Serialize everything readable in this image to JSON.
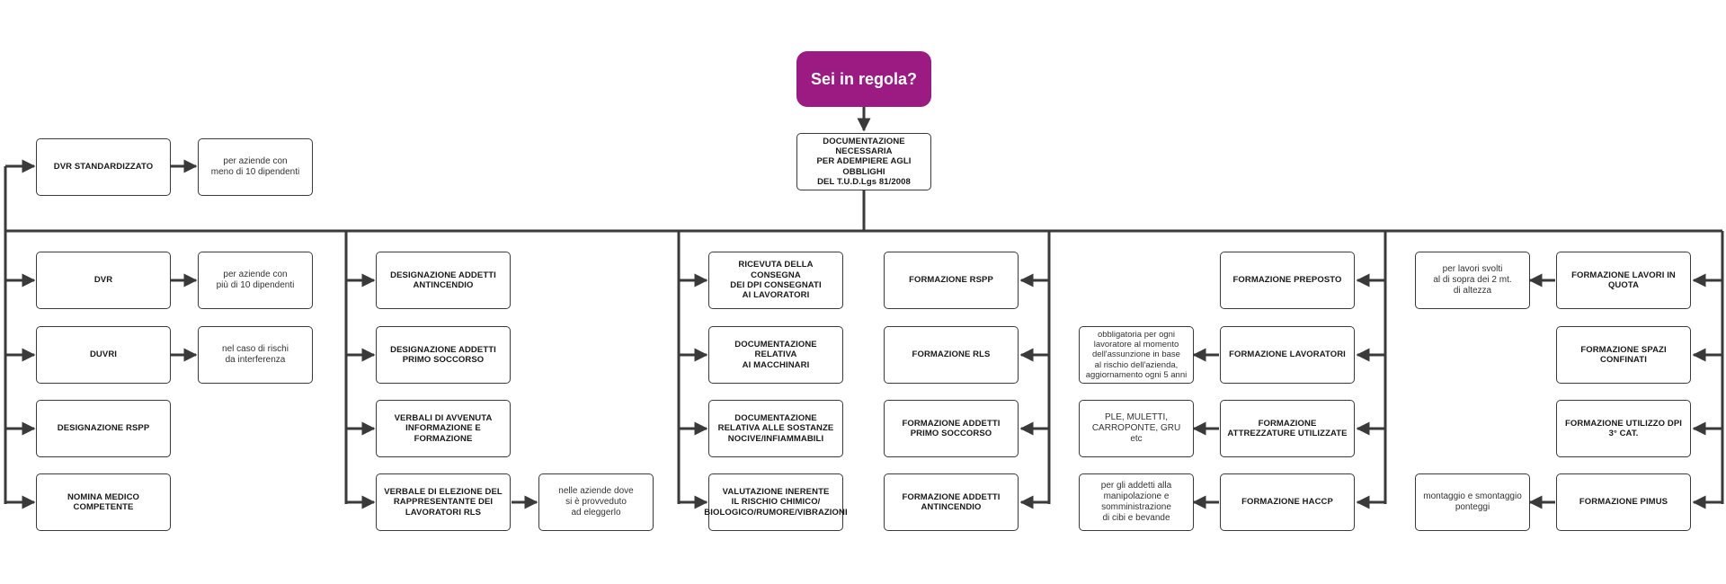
{
  "title": "Sei in regola?",
  "colors": {
    "accent": "#9b1b83",
    "line": "#3a3a3a"
  },
  "root": "DOCUMENTAZIONE NECESSARIA\nPER ADEMPIERE AGLI OBBLIGHI\nDEL T.U.D.Lgs 81/2008",
  "col1": {
    "top_item": "DVR STANDARDIZZATO",
    "top_note": "per aziende con\nmeno di 10 dipendenti",
    "items": [
      "DVR",
      "DUVRI",
      "DESIGNAZIONE RSPP",
      "NOMINA MEDICO COMPETENTE"
    ],
    "notes": [
      "per aziende con\npiù di 10 dipendenti",
      "nel caso di rischi\nda interferenza"
    ]
  },
  "col2": {
    "items": [
      "DESIGNAZIONE ADDETTI\nANTINCENDIO",
      "DESIGNAZIONE ADDETTI\nPRIMO SOCCORSO",
      "VERBALI DI AVVENUTA\nINFORMAZIONE E FORMAZIONE",
      "VERBALE DI ELEZIONE DEL\nRAPPRESENTANTE DEI\nLAVORATORI RLS"
    ],
    "note": "nelle aziende dove\nsi è provveduto\nad eleggerlo"
  },
  "col3": {
    "left_items": [
      "RICEVUTA DELLA CONSEGNA\nDEI DPI CONSEGNATI\nAI LAVORATORI",
      "DOCUMENTAZIONE RELATIVA\nAI MACCHINARI",
      "DOCUMENTAZIONE\nRELATIVA ALLE SOSTANZE\nNOCIVE/INFIAMMABILI",
      "VALUTAZIONE INERENTE\nIL RISCHIO CHIMICO/\nBIOLOGICO/RUMORE/VIBRAZIONI"
    ],
    "right_items": [
      "FORMAZIONE RSPP",
      "FORMAZIONE RLS",
      "FORMAZIONE ADDETTI\nPRIMO SOCCORSO",
      "FORMAZIONE ADDETTI\nANTINCENDIO"
    ]
  },
  "col4": {
    "items": [
      "FORMAZIONE PREPOSTO",
      "FORMAZIONE LAVORATORI",
      "FORMAZIONE\nATTREZZATURE UTILIZZATE",
      "FORMAZIONE HACCP"
    ],
    "notes": [
      "obbligatoria per ogni\nlavoratore al momento\ndell'assunzione in base\nal rischio dell'azienda,\naggiornamento ogni 5 anni",
      "PLE, MULETTI,\nCARROPONTE, GRU etc",
      "per gli addetti alla\nmanipolazione e\nsomministrazione\ndi cibi e bevande"
    ]
  },
  "col5": {
    "items": [
      "FORMAZIONE LAVORI IN QUOTA",
      "FORMAZIONE SPAZI CONFINATI",
      "FORMAZIONE UTILIZZO DPI\n3° CAT.",
      "FORMAZIONE PIMUS"
    ],
    "notes": [
      "per lavori svolti\nal di sopra dei 2 mt.\ndi altezza",
      "montaggio e smontaggio\nponteggi"
    ]
  }
}
